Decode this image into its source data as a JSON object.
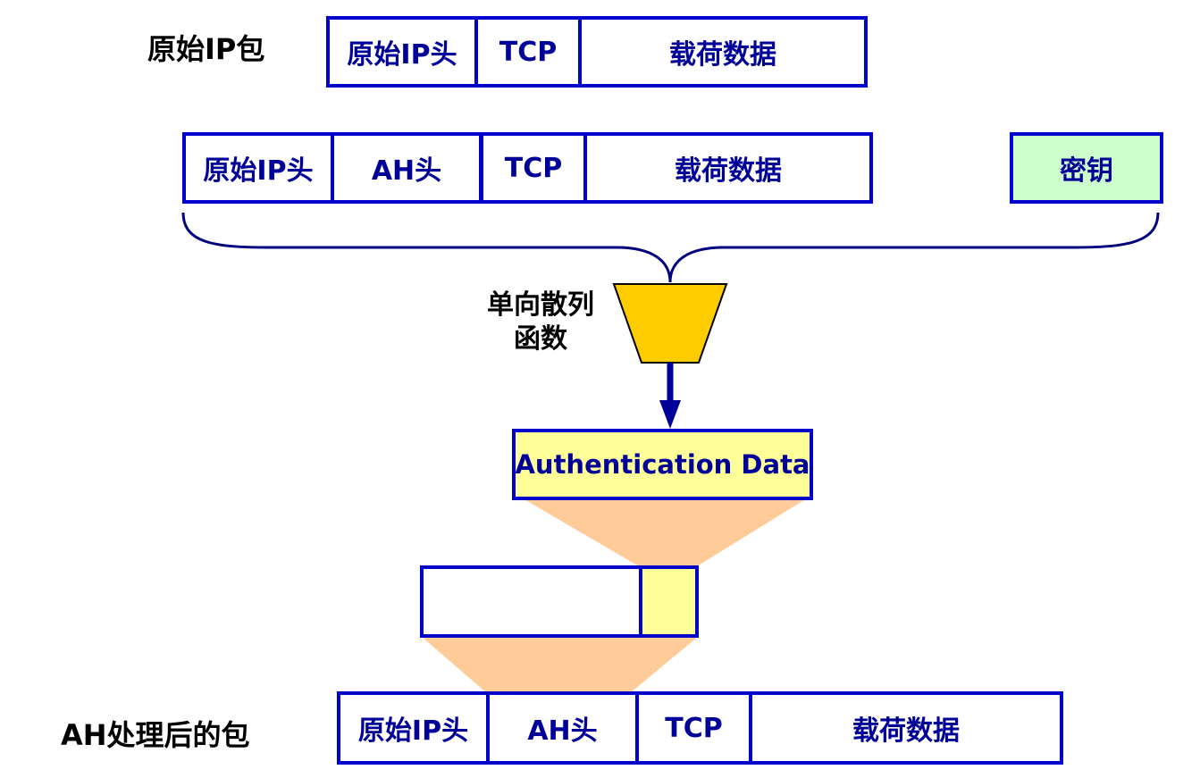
{
  "original_packet": {
    "label": "原始IP包",
    "fields": [
      "原始IP头",
      "TCP",
      "载荷数据"
    ]
  },
  "auth_input": {
    "fields": [
      "原始IP头",
      "AH头",
      "TCP",
      "载荷数据"
    ],
    "key": "密钥"
  },
  "hash_function": {
    "line1": "单向散列",
    "line2": "函数"
  },
  "auth_data": "Authentication Data",
  "result_packet": {
    "label": "AH处理后的包",
    "fields": [
      "原始IP头",
      "AH头",
      "TCP",
      "载荷数据"
    ]
  },
  "colors": {
    "border": "#0000cc",
    "text": "#000099",
    "key_fill": "#ccffcc",
    "auth_fill": "#ffff99",
    "funnel_fill": "#ffcc00",
    "projection_fill": "#ffcc99",
    "brace": "#000080",
    "arrow": "#000099"
  }
}
